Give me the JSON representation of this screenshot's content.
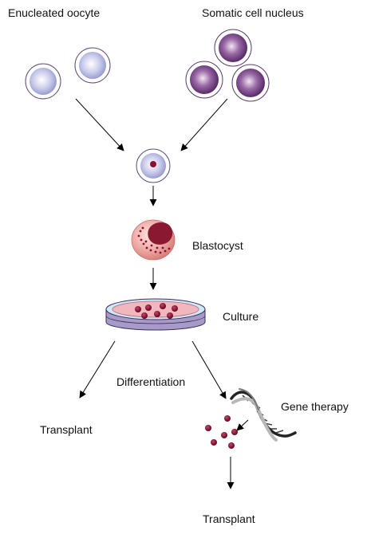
{
  "labels": {
    "enucleated_oocyte": "Enucleated oocyte",
    "somatic_cell_nucleus": "Somatic cell nucleus",
    "blastocyst": "Blastocyst",
    "culture": "Culture",
    "differentiation": "Differentiation",
    "gene_therapy": "Gene therapy",
    "transplant_left": "Transplant",
    "transplant_right": "Transplant"
  },
  "colors": {
    "oocyte_fill": "#b8bce0",
    "somatic_nucleus_fill": "#7a4a86",
    "fused_nucleus": "#8a1030",
    "blastocyst_fill": "#e8a9a3",
    "inner_mass": "#8a1830",
    "dish_medium": "#f2b6be",
    "dish_rim": "#cfe8f6",
    "dish_base": "#a79ac8",
    "cells": "#8a1030",
    "arrow": "#000000"
  }
}
